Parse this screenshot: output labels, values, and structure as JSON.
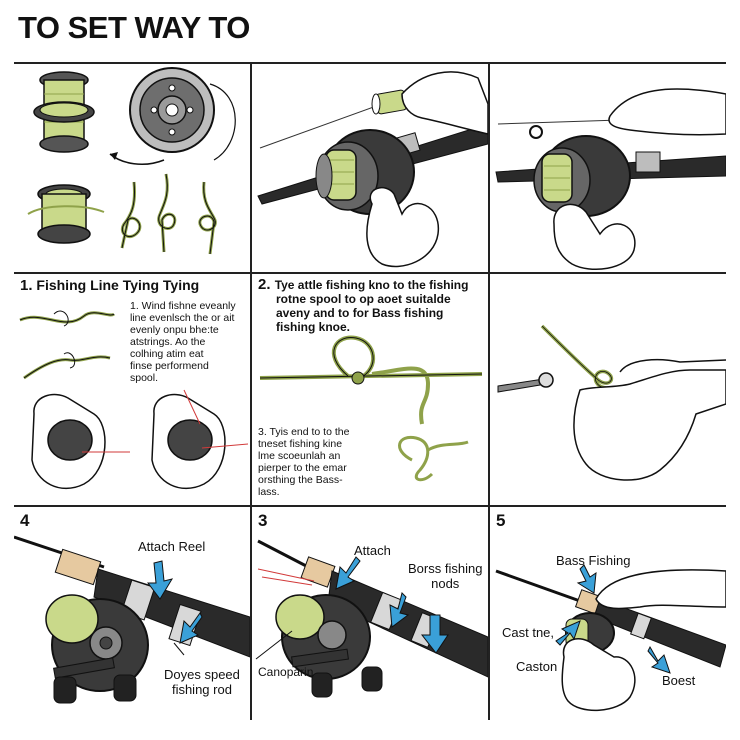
{
  "title": "TO SET WAY TO",
  "panels": {
    "p4": {
      "number": "1.",
      "heading": "Fishing Line Tying Tying",
      "instruction": [
        "1. Wind fishne eveanly",
        "line evenlsch the or ait",
        "evenly onpu bhe:te",
        "atstrings. Ao the",
        "colhing atim eat",
        "finse performend",
        "spool."
      ]
    },
    "p5": {
      "number": "2.",
      "heading": [
        "Tye attle fishing kno to the fishing",
        "rotne spool to op aoet suitalde",
        "aveny and to for Bass fishing",
        "fishing knoe."
      ],
      "instruction": [
        "3. Tyis end to to the",
        "tneset fishing kine",
        "lme scoeunlah an",
        "pierper to the emar",
        "orsthing the Bass-",
        "lass."
      ]
    },
    "p7": {
      "number": "4",
      "callout_top": "Attach Reel",
      "callout_bottom": [
        "Doyes speed",
        "fishing rod"
      ]
    },
    "p8": {
      "number": "3",
      "callout_top": "Attach",
      "callout_right": [
        "Borss fishing",
        "nods"
      ],
      "callout_bottom": "Canoparin"
    },
    "p9": {
      "number": "5",
      "callout_top": "Bass Fishing",
      "callout_left": "Cast tne,",
      "callout_left2": "Caston",
      "callout_right": "Boest"
    }
  },
  "colors": {
    "line_green": "#c9d98a",
    "line_green_dark": "#8fa24a",
    "cork": "#e6c9a0",
    "arrow_blue": "#3aa0d8",
    "reel_dark": "#3a3a3a",
    "reel_mid": "#7a7a7a",
    "accent_red": "#d23a3a"
  }
}
